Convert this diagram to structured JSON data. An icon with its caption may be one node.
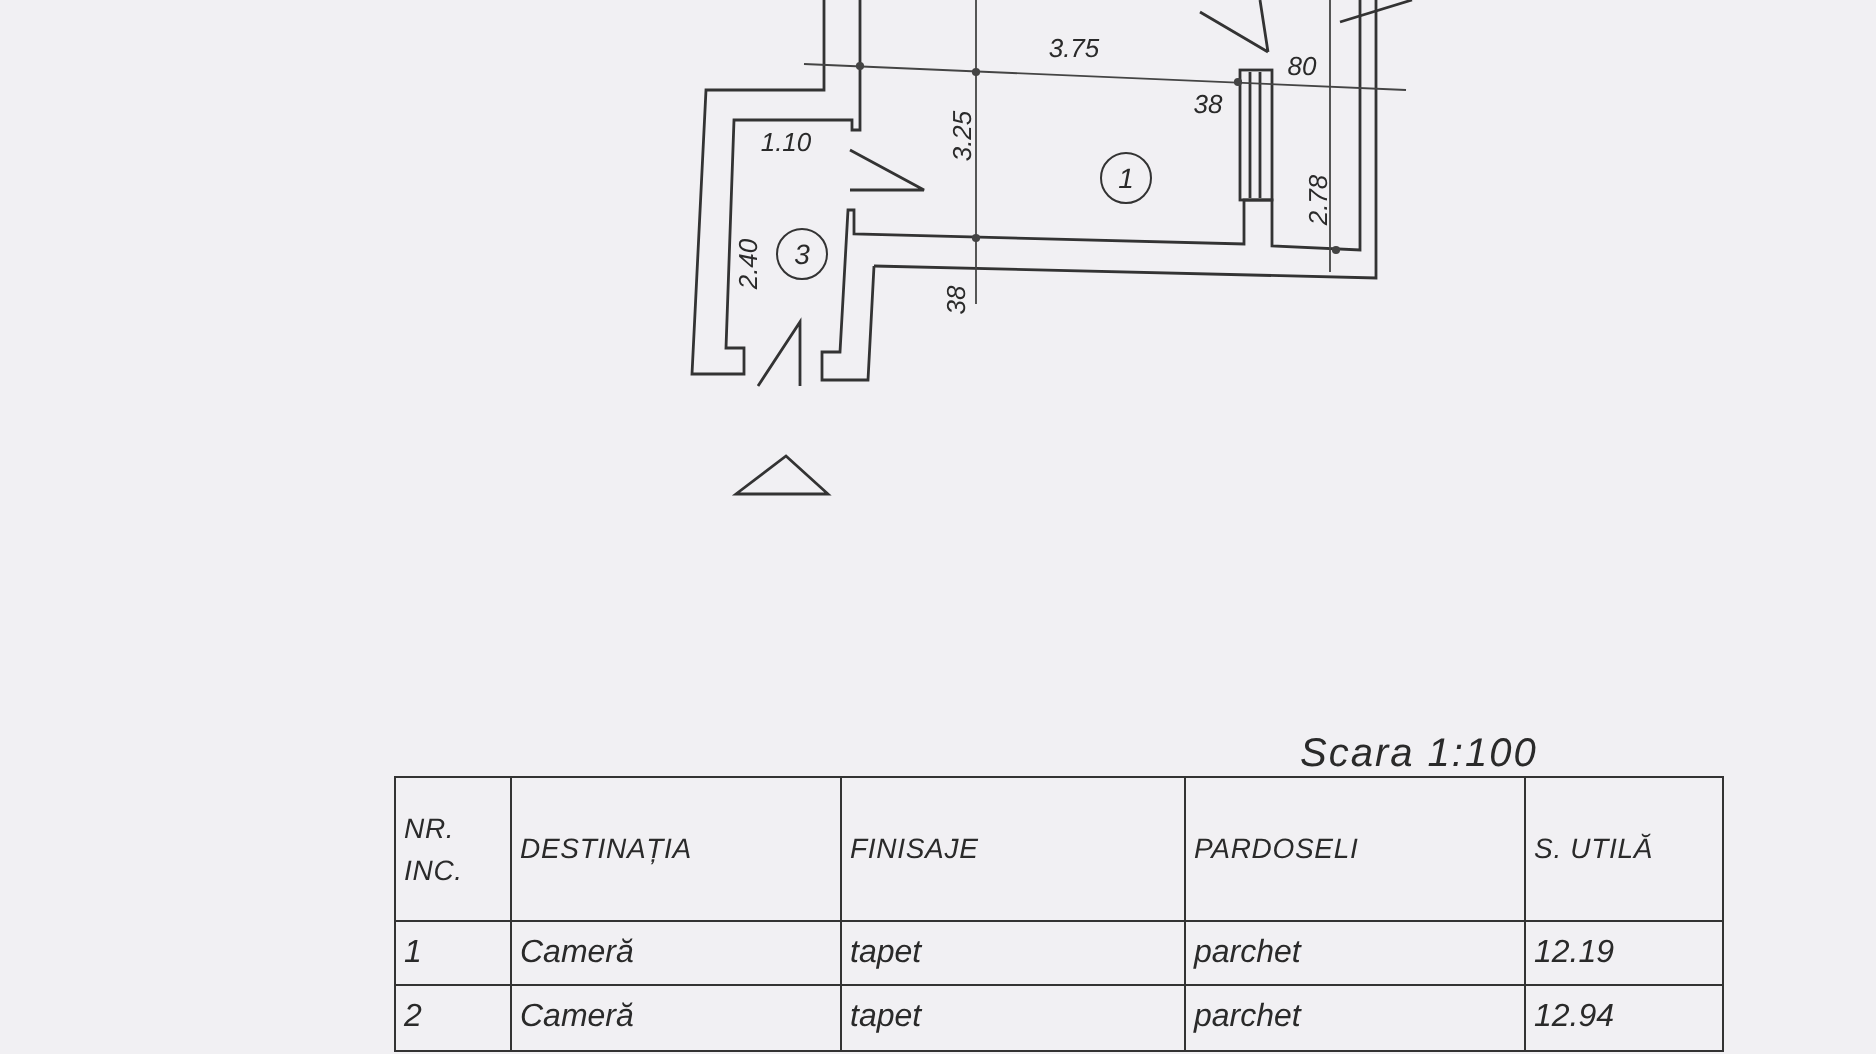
{
  "diagram": {
    "nodes": [
      {
        "text": [
          "1"
        ]
      },
      {
        "text": [
          "3"
        ]
      }
    ],
    "labels": [
      "3.75",
      "38",
      "80",
      "3.25",
      "1.10",
      "2.78",
      "2.40",
      "38",
      "Scara 1:100",
      "NR. INC.",
      "DESTINAȚIA",
      "FINISAJE",
      "PARDOSELI",
      "S. UTILĂ",
      "1",
      "Cameră",
      "tapet",
      "parchet",
      "12.19",
      "2",
      "Cameră",
      "tapet",
      "parchet",
      "12.94"
    ]
  }
}
